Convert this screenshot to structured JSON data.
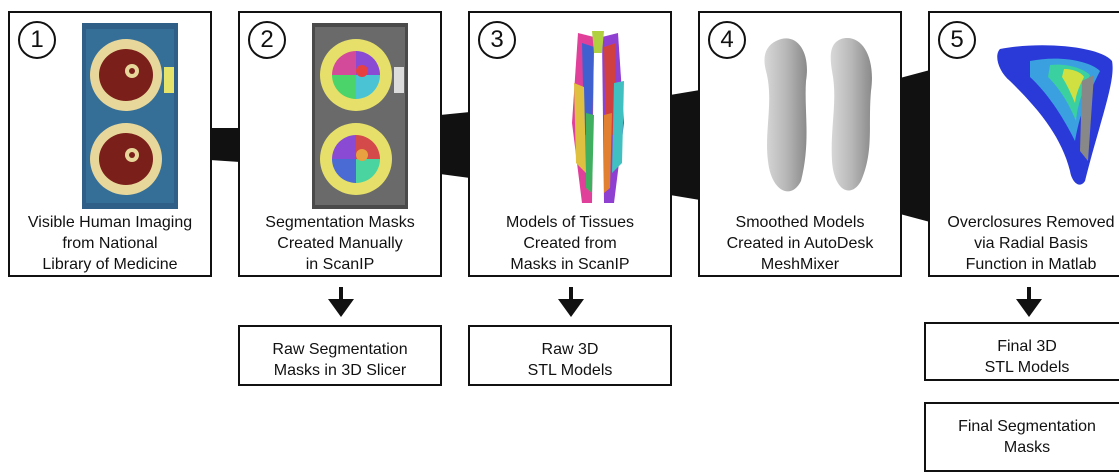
{
  "steps": [
    {
      "number": "1",
      "caption": [
        "Visible Human Imaging",
        "from National",
        "Library of Medicine"
      ],
      "image": "thigh-cross-section-photo"
    },
    {
      "number": "2",
      "caption": [
        "Segmentation Masks",
        "Created Manually",
        "in ScanIP"
      ],
      "image": "segmented-thigh-cross-section"
    },
    {
      "number": "3",
      "caption": [
        "Models of Tissues",
        "Created from",
        "Masks in ScanIP"
      ],
      "image": "colored-leg-muscle-models"
    },
    {
      "number": "4",
      "caption": [
        "Smoothed Models",
        "Created in AutoDesk",
        "MeshMixer"
      ],
      "image": "smoothed-gray-muscle-models"
    },
    {
      "number": "5",
      "caption": [
        "Overclosures Removed",
        "via Radial Basis",
        "Function in Matlab"
      ],
      "image": "rbf-colored-muscle-model"
    }
  ],
  "outputs": [
    {
      "lines": [
        "Raw Segmentation",
        "Masks in 3D Slicer"
      ]
    },
    {
      "lines": [
        "Raw 3D",
        "STL Models"
      ]
    },
    {
      "lines": [
        "Final 3D",
        "STL Models"
      ]
    },
    {
      "lines": [
        "Final Segmentation",
        "Masks"
      ]
    }
  ],
  "colors": {
    "line": "#111111",
    "background": "#ffffff"
  }
}
